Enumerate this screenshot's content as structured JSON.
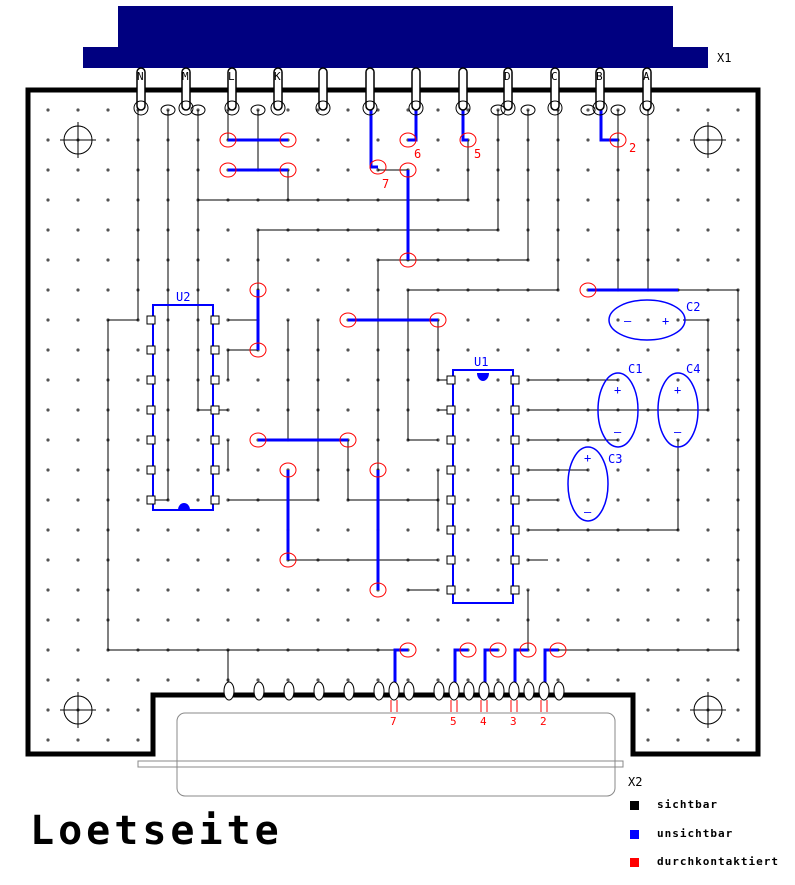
{
  "title": "Loetseite",
  "connectors": {
    "x1_label": "X1",
    "x1_pins": [
      "N",
      "M",
      "L",
      "K",
      "D",
      "C",
      "B",
      "A"
    ],
    "x2_label": "X2",
    "x2_pin_numbers": [
      "7",
      "5",
      "4",
      "3",
      "2"
    ]
  },
  "components": {
    "u1": "U1",
    "u2": "U2",
    "c1": "C1",
    "c2": "C2",
    "c3": "C3",
    "c4": "C4",
    "plus": "+",
    "minus": "–"
  },
  "net_labels": [
    "2",
    "5",
    "6",
    "7"
  ],
  "legend": [
    {
      "label": "sichtbar",
      "color": "#000000"
    },
    {
      "label": "unsichtbar",
      "color": "#0000ff"
    },
    {
      "label": "durchkontaktiert",
      "color": "#ff0000"
    }
  ],
  "colors": {
    "visible": "#000000",
    "hidden": "#0000ff",
    "via": "#ff0000",
    "connector": "#000080",
    "grid": "#555555"
  }
}
